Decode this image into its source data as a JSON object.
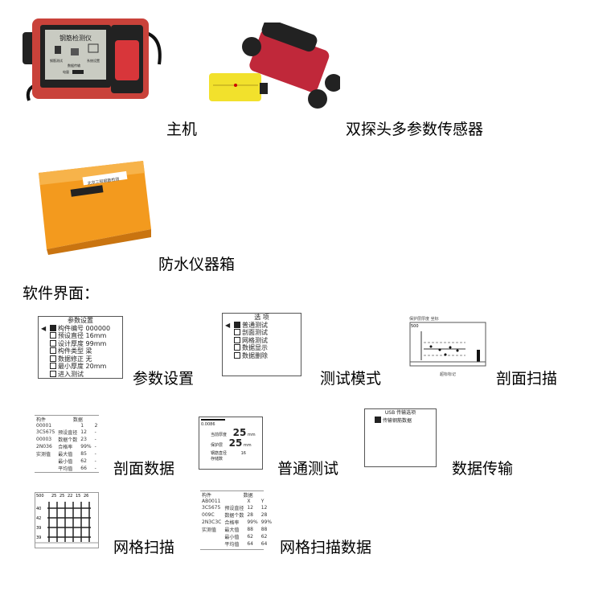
{
  "products": [
    {
      "caption": "主机",
      "screen_title": "钢筋检测仪",
      "screen_items": [
        "钢筋测试",
        "数据传输",
        "系统设置"
      ],
      "battery_label": "电量"
    },
    {
      "caption": "双探头多参数传感器"
    },
    {
      "caption": "防水仪器箱",
      "label": "北京三和钢筋检测"
    }
  ],
  "section_title": "软件界面：",
  "screens": {
    "params": {
      "caption": "参数设置",
      "title": "参数设置",
      "rows": [
        {
          "label": "构件编号",
          "value": "000000",
          "checked": true
        },
        {
          "label": "预设直径",
          "value": "16mm",
          "checked": false
        },
        {
          "label": "设计厚度",
          "value": "99mm",
          "checked": false
        },
        {
          "label": "构件类型",
          "value": "梁",
          "checked": false
        },
        {
          "label": "数据修正",
          "value": "无",
          "checked": false
        },
        {
          "label": "最小厚度",
          "value": "20mm",
          "checked": false
        },
        {
          "label": "进入测试",
          "value": "",
          "checked": false
        }
      ]
    },
    "mode": {
      "caption": "测试模式",
      "title": "选  项",
      "rows": [
        {
          "label": "普通测试",
          "checked": true
        },
        {
          "label": "剖面测试",
          "checked": false
        },
        {
          "label": "网格测试",
          "checked": false
        },
        {
          "label": "数据显示",
          "checked": false
        },
        {
          "label": "数据删除",
          "checked": false
        }
      ]
    },
    "profile_scan": {
      "caption": "剖面扫描",
      "top_label": "保护层厚度  坐标",
      "bottom_label": "超标标记",
      "corner": "500"
    },
    "profile_data": {
      "caption": "剖面数据",
      "head": [
        "构件",
        "数据"
      ],
      "ids": [
        "00001",
        "3C5675",
        "00003",
        "2N036",
        "实测值"
      ],
      "cols": [
        "1",
        "2"
      ],
      "rows": [
        [
          "预设直径",
          "12",
          "-"
        ],
        [
          "数据个数",
          "23",
          "-"
        ],
        [
          "合格率",
          "99%",
          "-"
        ],
        [
          "最大值",
          "85",
          "-"
        ],
        [
          "最小值",
          "62",
          "-"
        ],
        [
          "平均值",
          "66",
          "-"
        ]
      ]
    },
    "normal": {
      "caption": "普通测试",
      "value_top": "0.0086",
      "rows": [
        {
          "label": "当前厚度",
          "value": "25",
          "unit": "mm"
        },
        {
          "label": "保护层",
          "value": "25",
          "unit": "mm"
        }
      ],
      "extra": [
        "钢筋直径",
        "存储数"
      ],
      "extra_unit": "16"
    },
    "usb": {
      "caption": "数据传输",
      "title": "USB 传输选项",
      "item": "传输钢筋数据"
    },
    "grid_scan": {
      "caption": "网格扫描",
      "corner": "500",
      "top": [
        "25",
        "25",
        "22",
        "15",
        "26"
      ],
      "left": [
        "40",
        "42",
        "39",
        "39"
      ]
    },
    "grid_data": {
      "caption": "网格扫描数据",
      "head": [
        "构件",
        "数据"
      ],
      "ids": [
        "AB0011",
        "3C5675",
        "009C",
        "2N3C3C",
        "实测值"
      ],
      "cols": [
        "X",
        "Y"
      ],
      "rows": [
        [
          "预设直径",
          "12",
          "12"
        ],
        [
          "数据个数",
          "28",
          "28"
        ],
        [
          "合格率",
          "99%",
          "99%"
        ],
        [
          "最大值",
          "88",
          "88"
        ],
        [
          "最小值",
          "62",
          "62"
        ],
        [
          "平均值",
          "64",
          "64"
        ]
      ]
    }
  }
}
